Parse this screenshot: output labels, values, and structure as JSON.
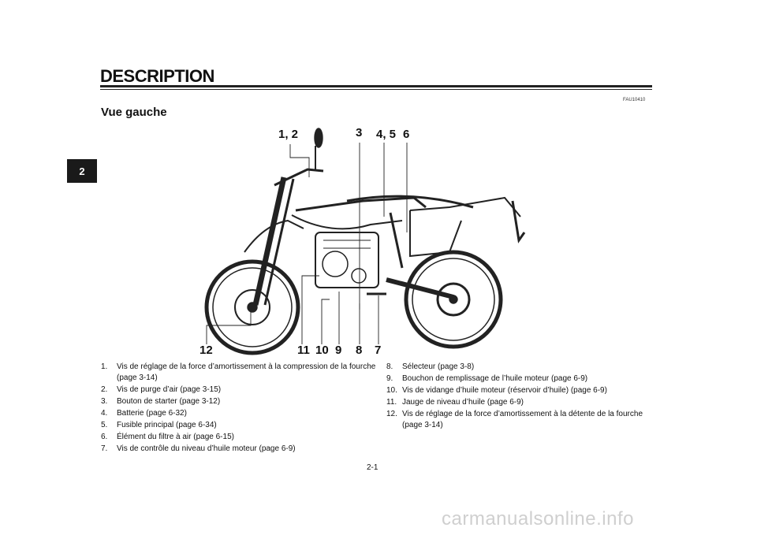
{
  "header": {
    "title": "DESCRIPTION",
    "section_tab": "2",
    "ref_code": "FAU10410"
  },
  "section": {
    "heading": "Vue gauche"
  },
  "figure": {
    "callouts": [
      "1, 2",
      "3",
      "4, 5",
      "6",
      "12",
      "11",
      "10",
      "9",
      "8",
      "7"
    ]
  },
  "items_left": [
    {
      "num": "1.",
      "text": "Vis de réglage de la force d’amortissement à la compression de la fourche (page 3-14)"
    },
    {
      "num": "2.",
      "text": "Vis de purge d’air (page 3-15)"
    },
    {
      "num": "3.",
      "text": "Bouton de starter (page 3-12)"
    },
    {
      "num": "4.",
      "text": "Batterie (page 6-32)"
    },
    {
      "num": "5.",
      "text": "Fusible principal (page 6-34)"
    },
    {
      "num": "6.",
      "text": "Élément du filtre à air (page 6-15)"
    },
    {
      "num": "7.",
      "text": "Vis de contrôle du niveau d’huile moteur (page 6-9)"
    }
  ],
  "items_right": [
    {
      "num": "8.",
      "text": "Sélecteur (page 3-8)"
    },
    {
      "num": "9.",
      "text": "Bouchon de remplissage de l’huile moteur (page 6-9)"
    },
    {
      "num": "10.",
      "text": "Vis de vidange d’huile moteur (réservoir d’huile) (page 6-9)"
    },
    {
      "num": "11.",
      "text": "Jauge de niveau d’huile (page 6-9)"
    },
    {
      "num": "12.",
      "text": "Vis de réglage de la force d’amortissement à la détente de la fourche (page 3-14)"
    }
  ],
  "footer": {
    "page_number": "2-1",
    "watermark": "carmanualsonline.info"
  }
}
